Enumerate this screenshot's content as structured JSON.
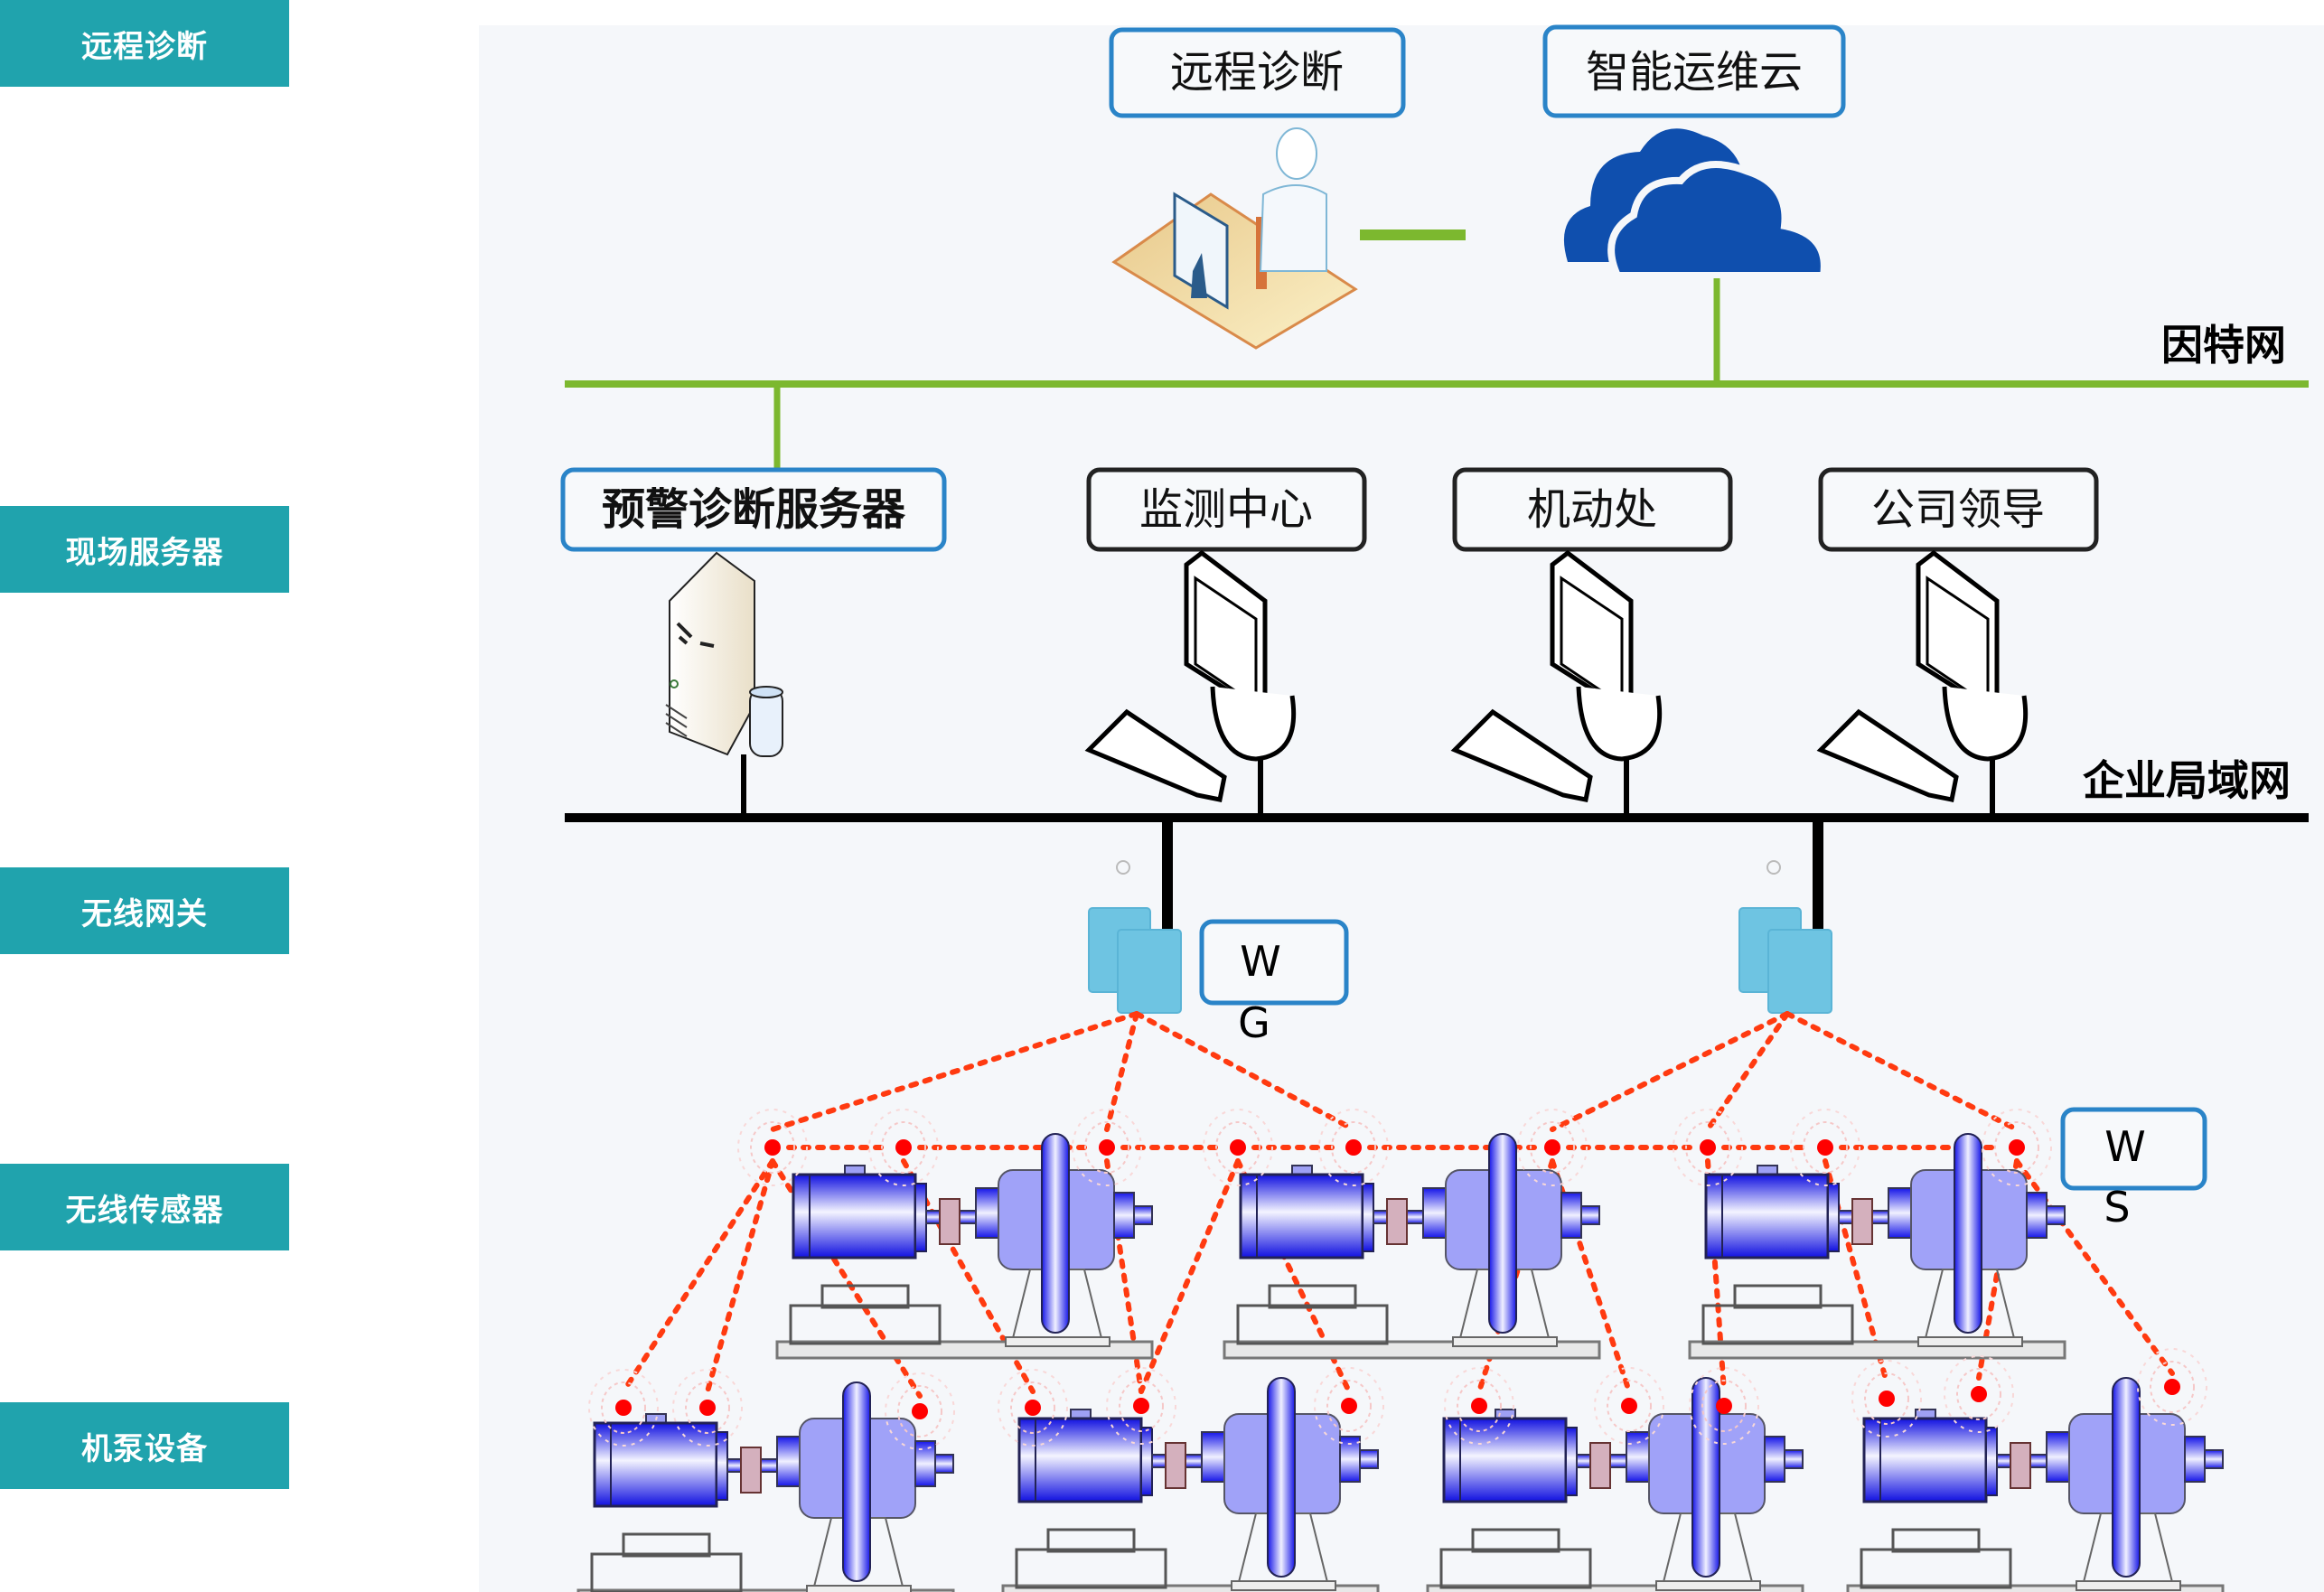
{
  "sidebar": {
    "items": [
      {
        "label": "远程诊断"
      },
      {
        "label": "现场服务器"
      },
      {
        "label": "无线网关"
      },
      {
        "label": "无线传感器"
      },
      {
        "label": "机泵设备"
      }
    ]
  },
  "diagram": {
    "cloud_layer": {
      "remote_diagnosis_label": "远程诊断",
      "cloud_label": "智能运维云",
      "network_label": "因特网"
    },
    "lan_layer": {
      "server_label": "预警诊断服务器",
      "stations": [
        {
          "label": "监测中心"
        },
        {
          "label": "机动处"
        },
        {
          "label": "公司领导"
        }
      ],
      "network_label": "企业局域网"
    },
    "gateway_layer": {
      "gateway_tag_top": "W",
      "gateway_tag_bottom": "G",
      "gateway_count": 2
    },
    "sensor_layer": {
      "sensor_tag_top": "W",
      "sensor_tag_bottom": "S"
    },
    "equipment_layer": {
      "pump_count": 7
    }
  },
  "colors": {
    "sidebar_bg": "#20a3ad",
    "panel_bg": "#f5f7fa",
    "internet_line": "#7cb82f",
    "lan_line": "#000000",
    "cloud": "#0f4fae",
    "gateway": "#6ec4e2",
    "box_border_blue": "#2a84c8",
    "sensor_red": "#ff0000",
    "link_dots": "#ff3a10",
    "motor_blue": "#1a1aee",
    "pump_body": "#a0a2f8"
  }
}
